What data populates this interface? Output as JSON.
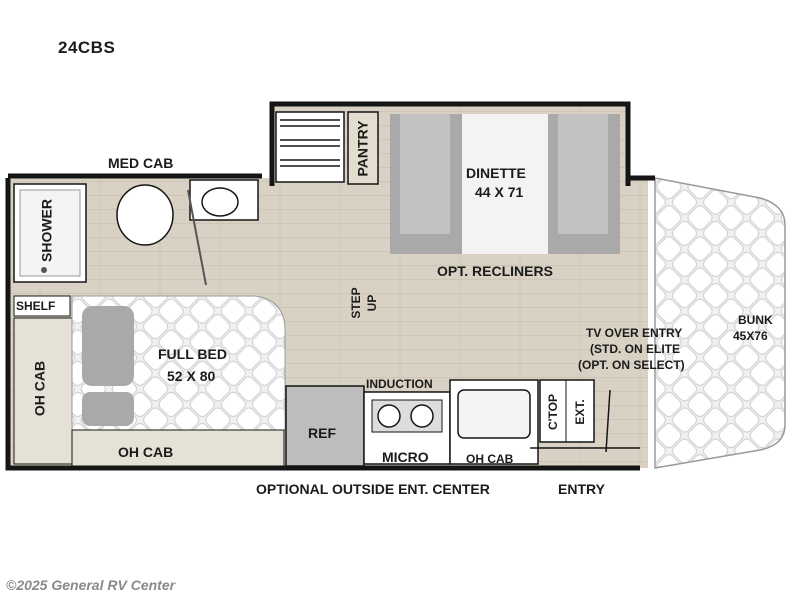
{
  "model": "24CBS",
  "labels": {
    "med_cab": "MED CAB",
    "pantry": "PANTRY",
    "dinette": "DINETTE",
    "dinette_size": "44 X 71",
    "opt_recliners": "OPT. RECLINERS",
    "shower": "SHOWER",
    "shelf": "SHELF",
    "step_up_1": "STEP",
    "step_up_2": "UP",
    "full_bed": "FULL BED",
    "full_bed_size": "52 X 80",
    "oh_cab_side": "OH CAB",
    "oh_cab_bottom": "OH CAB",
    "ref": "REF",
    "induction": "INDUCTION",
    "micro": "MICRO",
    "oh_cab_kitchen": "OH CAB",
    "ctop_ext_1": "C'TOP",
    "ctop_ext_2": "EXT.",
    "tv_1": "TV OVER ENTRY",
    "tv_2": "(STD. ON ELITE",
    "tv_3": "(OPT. ON SELECT)",
    "bunk": "BUNK",
    "bunk_size": "45X76",
    "outside_ent": "OPTIONAL OUTSIDE ENT. CENTER",
    "entry": "ENTRY"
  },
  "watermark": "©2025 General RV Center",
  "colors": {
    "floor": "#d9d2c4",
    "wall": "#151515",
    "fabric": "#a9a9a9",
    "quilt": "#efefef",
    "fixture": "#f6f6f6"
  }
}
